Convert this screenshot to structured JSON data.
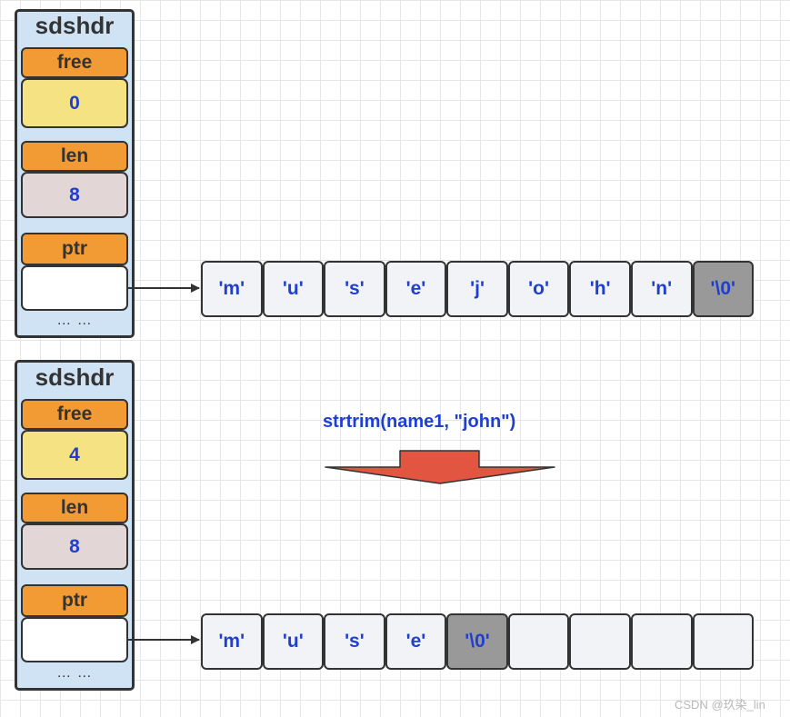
{
  "before": {
    "struct_title": "sdshdr",
    "free_label": "free",
    "free_value": "0",
    "len_label": "len",
    "len_value": "8",
    "ptr_label": "ptr",
    "dots": "… …",
    "buffer": [
      "'m'",
      "'u'",
      "'s'",
      "'e'",
      "'j'",
      "'o'",
      "'h'",
      "'n'",
      "'\\0'"
    ]
  },
  "operation": "strtrim(name1, \"john\")",
  "after": {
    "struct_title": "sdshdr",
    "free_label": "free",
    "free_value": "4",
    "len_label": "len",
    "len_value": "8",
    "ptr_label": "ptr",
    "dots": "… …",
    "buffer": [
      "'m'",
      "'u'",
      "'s'",
      "'e'",
      "'\\0'",
      "",
      "",
      "",
      ""
    ]
  },
  "watermark": "CSDN @玖染_lin",
  "colors": {
    "struct_bg": "#cfe3f5",
    "label_bg": "#f29a33",
    "free_bg": "#f5e282",
    "len_bg": "#e3d6d7",
    "cell_bg": "#f1f3f6",
    "terminator_bg": "#999999",
    "text_blue": "#1f3fd1",
    "arrow_red": "#e25540"
  }
}
